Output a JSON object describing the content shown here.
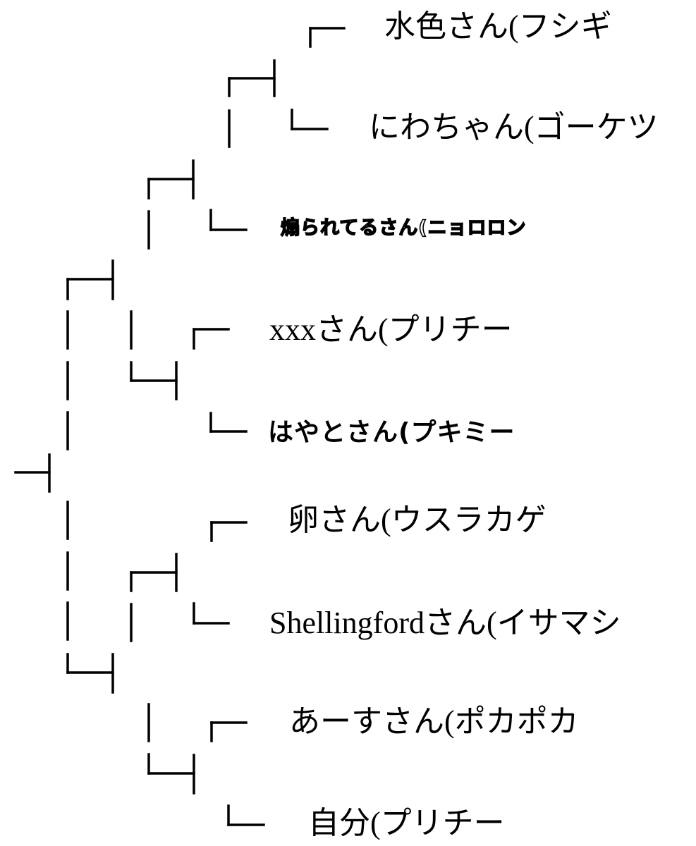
{
  "bracket": {
    "entries": [
      {
        "id": "e1",
        "label": "水色さん(フシギ"
      },
      {
        "id": "e2",
        "label": "にわちゃん(ゴーケツ"
      },
      {
        "id": "e3",
        "label": "煽られてるさん(ニョロロン"
      },
      {
        "id": "e4",
        "label": "xxxさん(プリチー"
      },
      {
        "id": "e5",
        "label": "はやとさん(プキミー"
      },
      {
        "id": "e6",
        "label": "卵さん(ウスラカゲ"
      },
      {
        "id": "e7",
        "label": "Shellingfordさん(イサマシ"
      },
      {
        "id": "e8",
        "label": "あーすさん(ポカポカ"
      },
      {
        "id": "e9",
        "label": "自分(プリチー"
      }
    ]
  }
}
